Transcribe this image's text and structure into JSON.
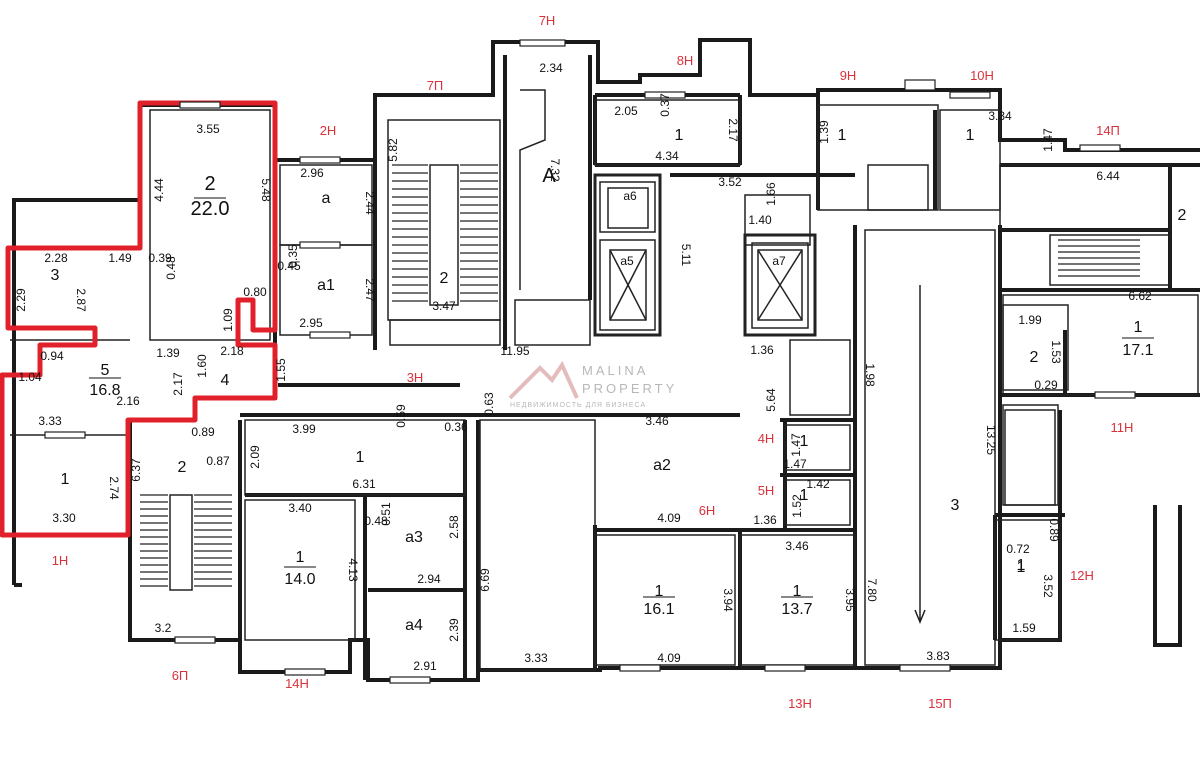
{
  "watermark": {
    "brand_top": "MALINA",
    "brand_bottom": "PROPERTY",
    "tagline": "НЕДВИЖИМОСТЬ ДЛЯ БИЗНЕСА"
  },
  "entrances": [
    "7Н",
    "8Н",
    "7П",
    "2Н",
    "9Н",
    "10Н",
    "14П",
    "3Н",
    "4Н",
    "5Н",
    "6Н",
    "11Н",
    "12Н",
    "1Н",
    "6П",
    "14Н",
    "13Н",
    "15П"
  ],
  "rooms": [
    {
      "id": "r2",
      "num": "2",
      "area": "22.0"
    },
    {
      "id": "r3",
      "num": "3"
    },
    {
      "id": "r5",
      "num": "5",
      "area": "16.8"
    },
    {
      "id": "r4",
      "num": "4"
    },
    {
      "id": "r1l",
      "num": "1"
    },
    {
      "id": "r2s",
      "num": "2"
    },
    {
      "id": "ra",
      "num": "a"
    },
    {
      "id": "ra1",
      "num": "a1"
    },
    {
      "id": "r2c",
      "num": "2"
    },
    {
      "id": "rA",
      "num": "A"
    },
    {
      "id": "r1a",
      "num": "1"
    },
    {
      "id": "r1b",
      "num": "1"
    },
    {
      "id": "r1c",
      "num": "1"
    },
    {
      "id": "r2r",
      "num": "2"
    },
    {
      "id": "r1m",
      "num": "1"
    },
    {
      "id": "r14",
      "num": "1",
      "area": "14.0"
    },
    {
      "id": "ra3",
      "num": "a3"
    },
    {
      "id": "ra4",
      "num": "a4"
    },
    {
      "id": "ra2",
      "num": "a2"
    },
    {
      "id": "r16",
      "num": "1",
      "area": "16.1"
    },
    {
      "id": "r13",
      "num": "1",
      "area": "13.7"
    },
    {
      "id": "r3b",
      "num": "3"
    },
    {
      "id": "r17",
      "num": "1",
      "area": "17.1"
    },
    {
      "id": "r2w",
      "num": "2"
    },
    {
      "id": "r1w",
      "num": "1"
    },
    {
      "id": "r14h",
      "num": "1"
    },
    {
      "id": "r15h",
      "num": "1"
    },
    {
      "id": "r12",
      "num": "1"
    }
  ],
  "elevators": [
    "a6",
    "a5",
    "a7"
  ],
  "dims": [
    "3.55",
    "4.44",
    "5.48",
    "0.39",
    "0.48",
    "0.80",
    "1.09",
    "2.28",
    "1.49",
    "2.29",
    "2.87",
    "0.94",
    "1.04",
    "1.39",
    "2.18",
    "1.60",
    "2.17",
    "2.16",
    "3.33",
    "2.74",
    "3.30",
    "0.89",
    "0.87",
    "6.37",
    "3.2",
    "2.96",
    "2.44",
    "0.45",
    "0.35",
    "2.47",
    "2.95",
    "1.55",
    "5.82",
    "3.47",
    "11.95",
    "2.34",
    "7.32",
    "0.37",
    "2.05",
    "2.17",
    "4.34",
    "1.39",
    "3.34",
    "1.47",
    "6.44",
    "3.52",
    "1.66",
    "1.40",
    "5.11",
    "1.36",
    "5.64",
    "1.98",
    "13.25",
    "7.80",
    "3.83",
    "6.62",
    "1.99",
    "1.53",
    "0.29",
    "0.59",
    "0.36",
    "3.46",
    "0.63",
    "3.99",
    "2.09",
    "6.31",
    "3.40",
    "4.13",
    "0.48",
    "0.51",
    "2.58",
    "2.94",
    "2.39",
    "2.91",
    "6.69",
    "3.33",
    "4.09",
    "3.94",
    "4.09",
    "3.46",
    "3.95",
    "1.47",
    "1.47",
    "1.42",
    "1.52",
    "1.36",
    "0.72",
    "0.89",
    "3.52",
    "1.59"
  ]
}
